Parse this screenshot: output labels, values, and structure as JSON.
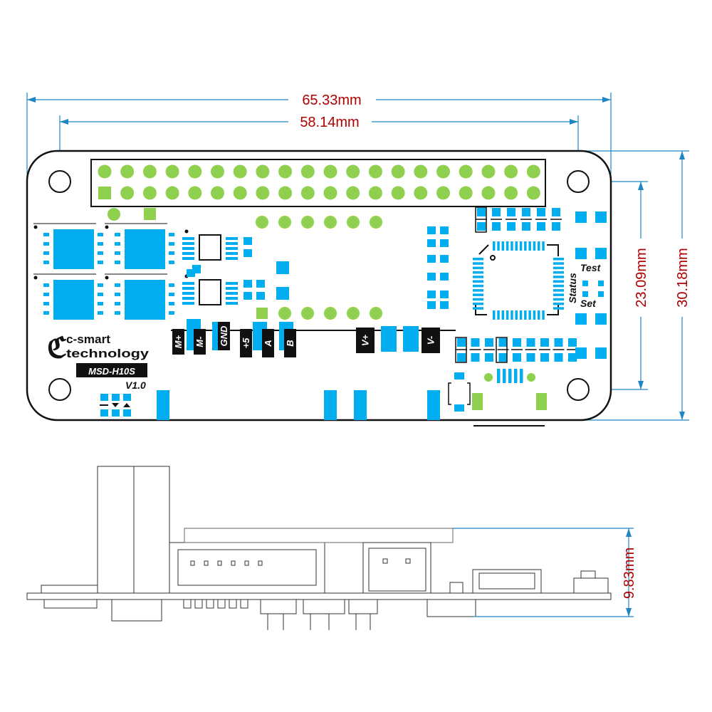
{
  "dimensions": {
    "overall_width": "65.33mm",
    "hole_spacing_width": "58.14mm",
    "hole_spacing_height": "23.09mm",
    "overall_height": "30.18mm",
    "side_height": "9.83mm"
  },
  "board": {
    "logo_line1": "c-smart",
    "logo_line2": "technology",
    "model": "MSD-H10S",
    "version": "V1.0",
    "terminal_labels": [
      "M+",
      "M-",
      "GND",
      "+5",
      "A",
      "B",
      "V+",
      "V-"
    ],
    "button_test": "Test",
    "led_status": "Status",
    "button_set": "Set"
  },
  "colors": {
    "pad": "#00aeef",
    "through_hole": "#8fd14f",
    "dimension_line": "#1f86c6",
    "dimension_text": "#b00000"
  }
}
